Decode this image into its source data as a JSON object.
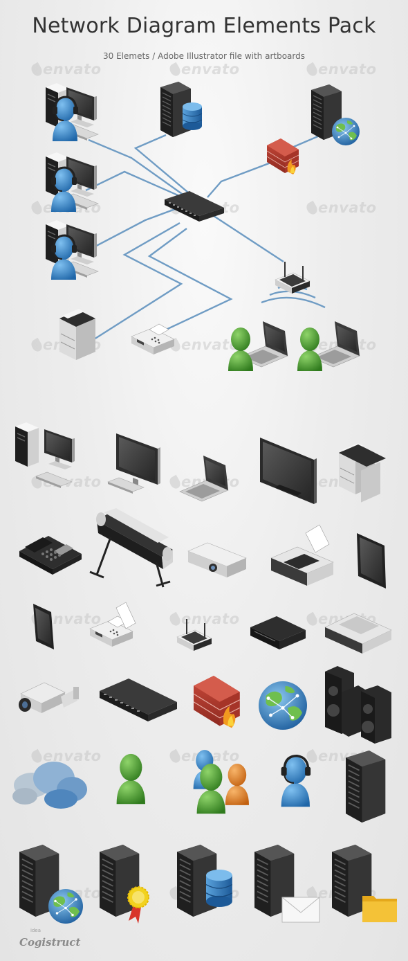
{
  "header": {
    "title": "Network Diagram Elements Pack",
    "subtitle": "30 Elemets  /  Adobe Illustrator file with artboards"
  },
  "watermark": {
    "text": "envato"
  },
  "brand": {
    "name": "Cogistruct",
    "small": "idea"
  },
  "colors": {
    "cable": "#6f9cc4",
    "blue_user": "#2f7fc1",
    "green_user": "#4c9a2f",
    "orange_user": "#e07b22",
    "firewall": "#b53a2c",
    "globe": "#3b86c6",
    "database": "#2d72b5"
  },
  "diagram": {
    "icons": [
      "support-workstation-icon",
      "server-database-icon",
      "server-globe-icon",
      "firewall-icon",
      "switch-icon",
      "wifi-router-icon",
      "copier-icon",
      "fax-icon",
      "laptop-user-icon"
    ]
  },
  "elements": [
    "desktop-computer-icon",
    "monitor-icon",
    "laptop-icon",
    "tv-icon",
    "copier-icon",
    "phone-icon",
    "plotter-icon",
    "projector-icon",
    "printer-icon",
    "tablet-icon",
    "smartphone-icon",
    "fax-icon",
    "wifi-router-icon",
    "modem-icon",
    "scanner-icon",
    "security-camera-icon",
    "switch-icon",
    "firewall-icon",
    "globe-icon",
    "speakers-icon",
    "cloud-icon",
    "user-icon",
    "group-icon",
    "support-user-icon",
    "server-icon",
    "server-globe-icon",
    "server-award-icon",
    "server-database-icon",
    "server-mail-icon",
    "server-folder-icon"
  ]
}
